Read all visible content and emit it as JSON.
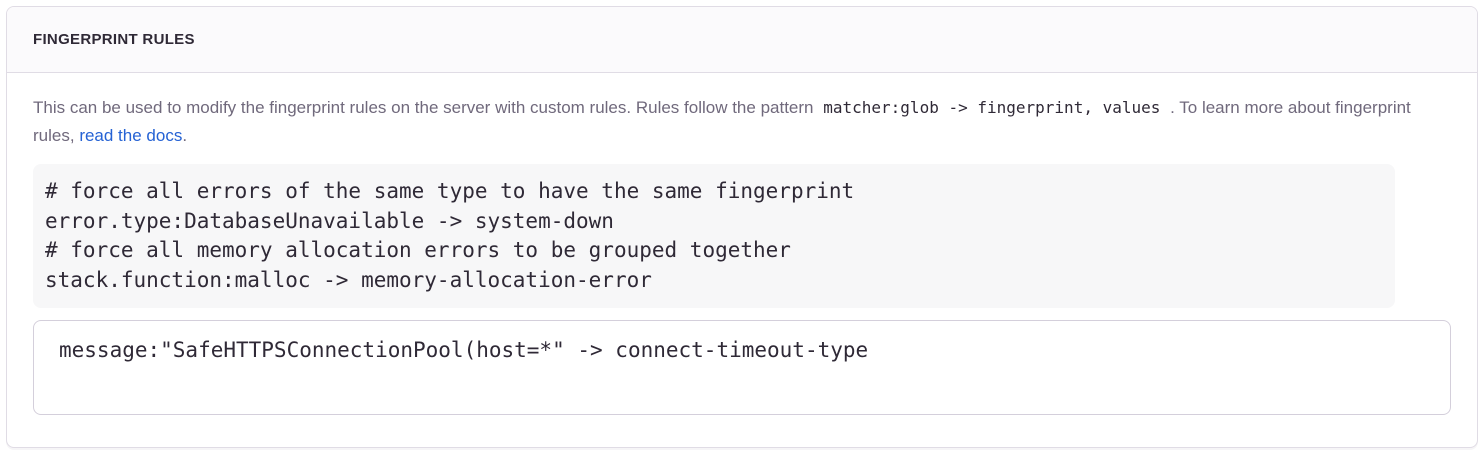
{
  "panel": {
    "title": "FINGERPRINT RULES",
    "description": {
      "before_code": "This can be used to modify the fingerprint rules on the server with custom rules. Rules follow the pattern",
      "inline_code": "matcher:glob -> fingerprint, values",
      "after_code": ". To learn more about fingerprint rules,",
      "link_label": "read the docs",
      "after_link": "."
    },
    "example": {
      "lines": [
        "# force all errors of the same type to have the same fingerprint",
        "error.type:DatabaseUnavailable -> system-down",
        "# force all memory allocation errors to be grouped together",
        "stack.function:malloc -> memory-allocation-error"
      ]
    },
    "editor": {
      "value": "message:\"SafeHTTPSConnectionPool(host=*\" -> connect-timeout-type"
    },
    "colors": {
      "link": "#2562d4",
      "heading_text": "#2f2936",
      "body_text": "#70697c",
      "code_text": "#2f2936",
      "panel_border": "#e0dce5",
      "header_bg": "#fbfafc",
      "code_block_bg": "#f7f7f8",
      "textarea_border": "#d4cfdb"
    }
  }
}
